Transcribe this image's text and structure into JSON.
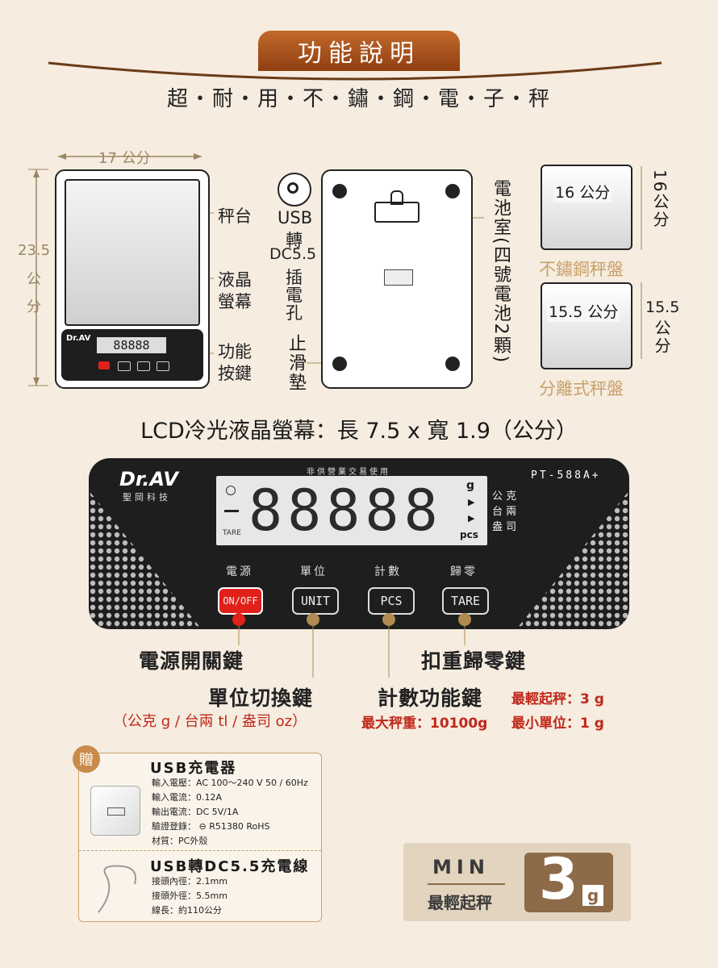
{
  "header": {
    "title": "功能說明",
    "subtitle": "超・耐・用・不・鏽・鋼・電・子・秤"
  },
  "diagram": {
    "width_label": "17 公分",
    "height_value": "23.5",
    "height_unit_1": "公",
    "height_unit_2": "分",
    "label_platform": "秤台",
    "label_lcd_1": "液晶",
    "label_lcd_2": "螢幕",
    "label_keys_1": "功能",
    "label_keys_2": "按鍵",
    "label_usb_1": "USB",
    "label_usb_2": "轉",
    "label_usb_3": "DC5.5",
    "label_usb_4": "插",
    "label_usb_5": "電",
    "label_usb_6": "孔",
    "label_nonslip": "止滑墊",
    "label_battery": "電池室(四號電池2顆)",
    "tray1_w": "16 公分",
    "tray1_h": "16公分",
    "tray1_caption": "不鏽鋼秤盤",
    "tray2_w": "15.5 公分",
    "tray2_h_num": "15.5",
    "tray2_h_unit": "公分",
    "tray2_caption": "分離式秤盤"
  },
  "lcd_spec": "LCD冷光液晶螢幕：長 7.5 x 寬 1.9（公分）",
  "panel": {
    "brand": "Dr.AV",
    "brand_sub": "聖岡科技",
    "notice": "非供營業交易使用",
    "model": "PT-588A+",
    "digits": "88888",
    "unit_g": "g",
    "unit_pcs": "pcs",
    "tare_ind": "TARE",
    "units_side": [
      "公 克",
      "台 兩",
      "盎 司"
    ],
    "buttons": [
      {
        "label": "電源",
        "text": "ON/OFF"
      },
      {
        "label": "單位",
        "text": "UNIT"
      },
      {
        "label": "計數",
        "text": "PCS"
      },
      {
        "label": "歸零",
        "text": "TARE"
      }
    ],
    "mini_display": "88888"
  },
  "callouts": {
    "power": "電源開關鍵",
    "tare": "扣重歸零鍵",
    "unit": "單位切換鍵",
    "unit_sub": "（公克 g / 台兩 tl / 盎司 oz）",
    "count": "計數功能鍵",
    "min_weight": "最輕起秤：3 g",
    "max_weight": "最大秤重：10100g",
    "min_unit": "最小單位：1 g"
  },
  "gift": {
    "badge": "贈",
    "charger_title": "USB充電器",
    "charger_specs": [
      "輸入電壓：AC 100～240 V  50 / 60Hz",
      "輸入電流：0.12A",
      "輸出電流：DC 5V/1A",
      "驗證登錄：",
      "材質：PC外殼"
    ],
    "cert": "R51380 RoHS",
    "cable_title": "USB轉DC5.5充電線",
    "cable_specs": [
      "接頭內徑：2.1mm",
      "接頭外徑：5.5mm",
      "線長：約110公分"
    ]
  },
  "min_badge": {
    "top": "MIN",
    "bottom": "最輕起秤",
    "number": "3",
    "unit": "g"
  }
}
